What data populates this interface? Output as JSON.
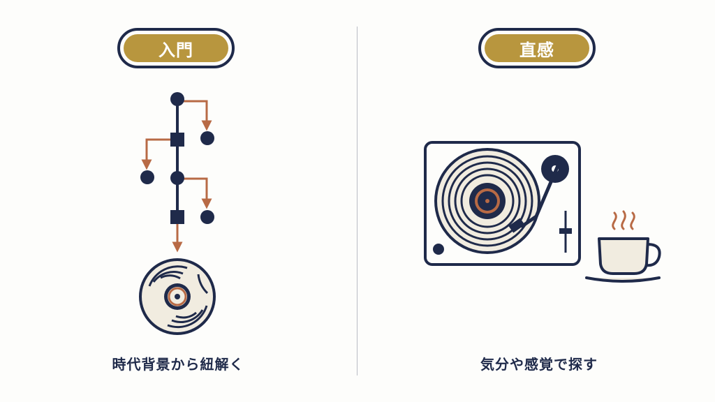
{
  "colors": {
    "navy": "#1f2a4a",
    "gold": "#b8963e",
    "copper": "#b86a45",
    "cream": "#f1ece0"
  },
  "left_panel": {
    "badge_label": "入門",
    "caption": "時代背景から紐解く",
    "icons": [
      "timeline-tree-icon",
      "vinyl-record-icon"
    ]
  },
  "right_panel": {
    "badge_label": "直感",
    "caption": "気分や感覚で探す",
    "icons": [
      "turntable-icon",
      "coffee-cup-icon"
    ]
  }
}
